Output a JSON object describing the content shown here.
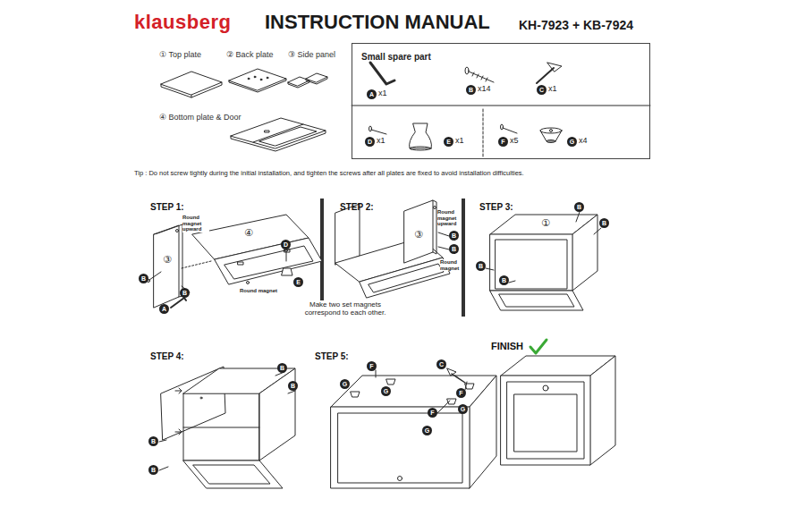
{
  "diagram": {
    "title": "INSTRUCTION MANUAL",
    "nodes": [
      {
        "text": [
          "Small spare part"
        ]
      }
    ],
    "edges": [],
    "labels": [
      "klausberg",
      "KH-7923 + KB-7924",
      "① Top plate",
      "② Back plate",
      "③ Side panel",
      "④ Bottom plate & Door",
      "A",
      "x1",
      "B",
      "x14",
      "C",
      "x1",
      "D",
      "x1",
      "E",
      "x1",
      "F",
      "x5",
      "G",
      "x4",
      "Tip : Do not screw tightly during the initial installation, and tighten the screws after all plates are fixed to avoid installation difficulties.",
      "STEP 1:",
      "Round magnet upward",
      "④",
      "③",
      "D",
      "E",
      "B",
      "B",
      "A",
      "Round magnet",
      "STEP 2:",
      "Round magnet upward",
      "③",
      "B",
      "B",
      "Round magnet",
      "Make two set magnets correspond to each other.",
      "STEP 3:",
      "①",
      "B",
      "B",
      "B",
      "B",
      "STEP 4:",
      "B",
      "B",
      "B",
      "B",
      "STEP 5:",
      "F",
      "G",
      "G",
      "C",
      "F",
      "G",
      "F",
      "G",
      "FINISH"
    ]
  }
}
